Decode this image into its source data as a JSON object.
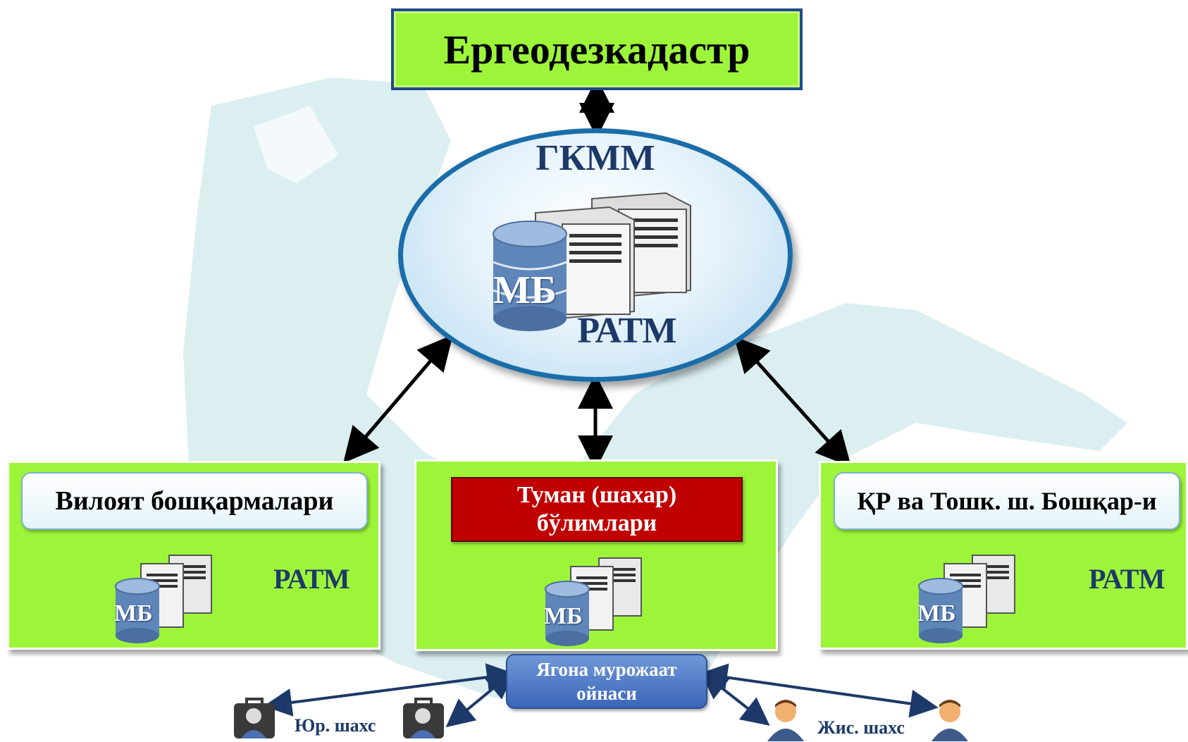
{
  "top": {
    "title": "Ергеодезкадастр"
  },
  "center": {
    "title": "ГКММ",
    "db_label": "МБ",
    "system_label": "РАТМ"
  },
  "panels": [
    {
      "title": "Вилоят бошқармалари",
      "system_label": "РАТМ",
      "db_label": "МБ"
    },
    {
      "title_line1": "Туман (шахар)",
      "title_line2": "бўлимлари",
      "db_label": "МБ"
    },
    {
      "title": "ҚР ва Тошк. ш. Бошқар-и",
      "system_label": "РАТМ",
      "db_label": "МБ"
    }
  ],
  "single_window": {
    "line1": "Ягона мурожаат",
    "line2": "ойнаси"
  },
  "persons": {
    "legal": "Юр. шахс",
    "individual": "Жис. шахс"
  },
  "colors": {
    "panel": "#9df53a",
    "accent_red": "#c00000",
    "text_blue": "#1d3969",
    "ellipse_border": "#1a6da8"
  },
  "icons": [
    "database-icon",
    "server-icon",
    "businessman-icon",
    "user-icon"
  ]
}
